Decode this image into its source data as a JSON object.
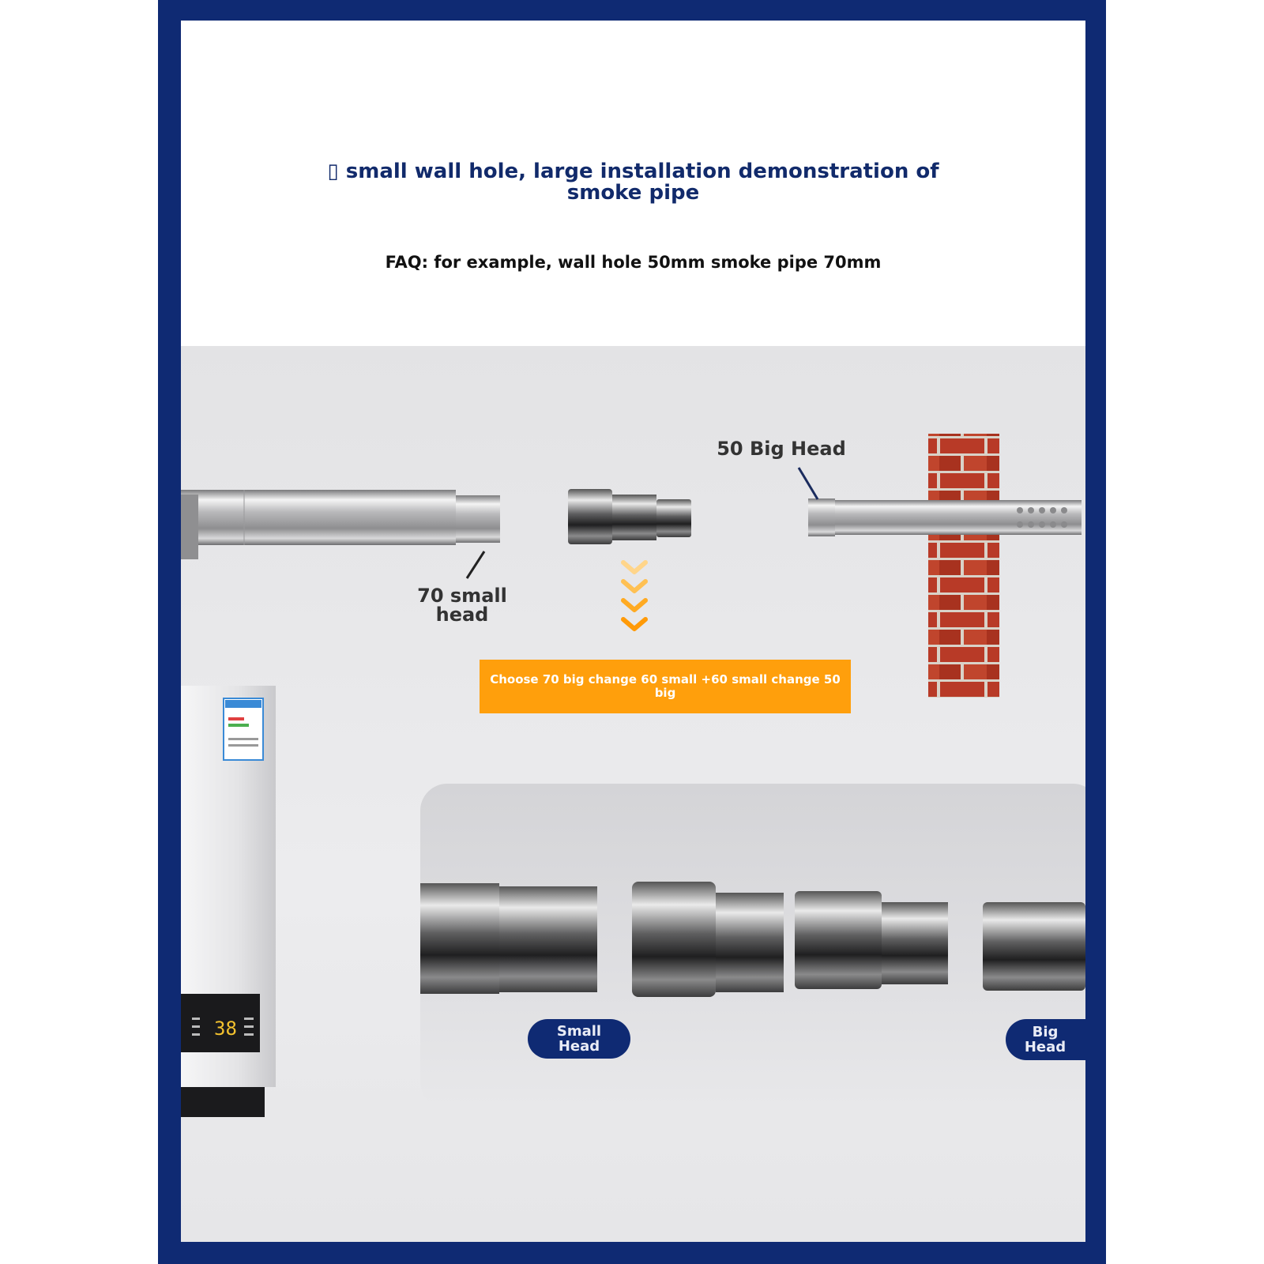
{
  "title_line1": "▯ small wall hole, large installation demonstration of",
  "title_line2": "smoke pipe",
  "faq": "FAQ: for example, wall hole 50mm smoke pipe 70mm",
  "labels": {
    "big_head_50": "50 Big Head",
    "small_head_70_line1": "70 small",
    "small_head_70_line2": "head"
  },
  "instruction": {
    "line1": "Choose 70 big change 60 small +60 small change 50",
    "line2": "big"
  },
  "pills": {
    "small_line1": "Small",
    "small_line2": "Head",
    "big_line1": "Big",
    "big_line2": "Head"
  },
  "heater_display": "38",
  "colors": {
    "frame": "#0f2a73",
    "title": "#112a6b",
    "accent": "#ff9f0c",
    "brick": "#b83a27"
  }
}
